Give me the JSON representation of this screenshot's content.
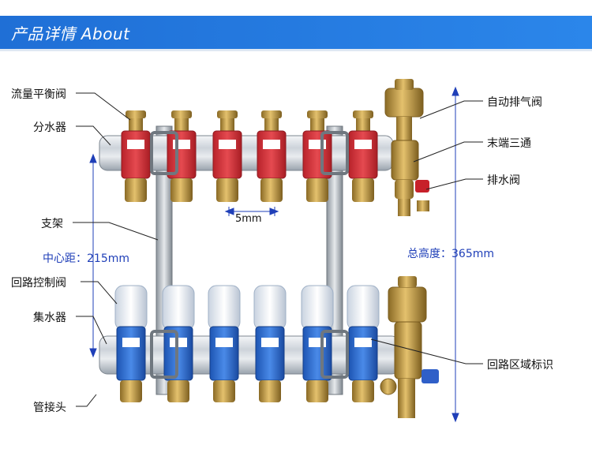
{
  "header": {
    "title": "产品详情 About"
  },
  "labels": {
    "flow_balance_valve": "流量平衡阀",
    "supply_manifold": "分水器",
    "bracket": "支架",
    "center_distance": "中心距：215mm",
    "loop_control_valve": "回路控制阀",
    "return_manifold": "集水器",
    "pipe_fitting": "管接头",
    "auto_air_vent": "自动排气阀",
    "end_tee": "末端三通",
    "drain_valve": "排水阀",
    "total_height": "总高度：365mm",
    "loop_zone_marker": "回路区域标识",
    "spacing": "5mm"
  },
  "colors": {
    "header": "#2b86ea",
    "supply_clip": "#d8313a",
    "return_clip": "#2f6fd0",
    "valve_cap": "#e8eef6",
    "brass": "#c9a14a",
    "chrome": "#c9cfd6",
    "dimension_line": "#1f3fb8"
  }
}
